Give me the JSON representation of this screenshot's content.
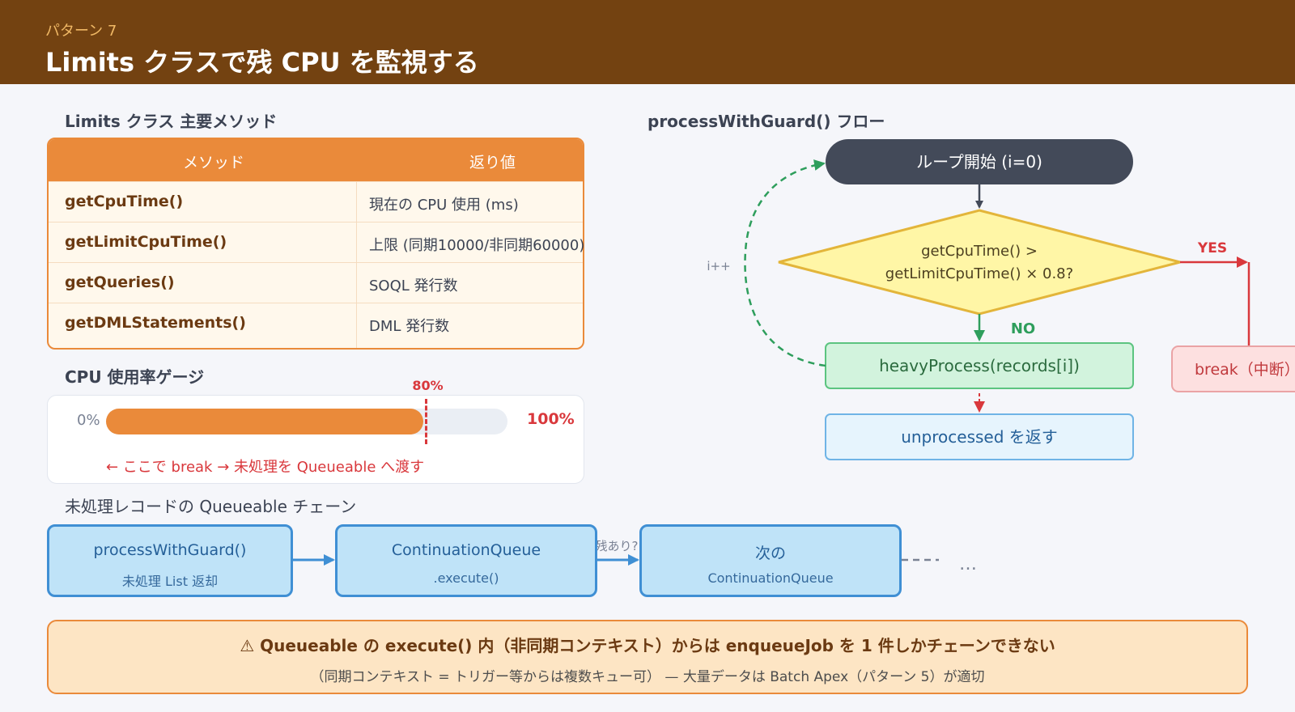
{
  "header": {
    "kicker": "パターン 7",
    "title": "Limits クラスで残 CPU を監視する"
  },
  "methods": {
    "section_title": "Limits クラス 主要メソッド",
    "columns": [
      "メソッド",
      "返り値"
    ],
    "rows": [
      {
        "method": "getCpuTime()",
        "returns": "現在の CPU 使用 (ms)"
      },
      {
        "method": "getLimitCpuTime()",
        "returns": "上限 (同期10000/非同期60000)"
      },
      {
        "method": "getQueries()",
        "returns": "SOQL 発行数"
      },
      {
        "method": "getDMLStatements()",
        "returns": "DML 発行数"
      }
    ]
  },
  "gauge": {
    "section_title": "CPU 使用率ゲージ",
    "start_label": "0%",
    "end_label": "100%",
    "marker_label": "80%",
    "fill_fraction": 0.79,
    "marker_fraction": 0.795,
    "note": "← ここで break → 未処理を Queueable へ渡す"
  },
  "flow": {
    "section_title": "processWithGuard() フロー",
    "start": "ループ開始 (i=0)",
    "decision_line1": "getCpuTime() >",
    "decision_line2": "getLimitCpuTime() × 0.8?",
    "yes_label": "YES",
    "no_label": "NO",
    "process": "heavyProcess(records[i])",
    "return_node": "unprocessed を返す",
    "break_node": "break（中断）",
    "loop_label": "i++"
  },
  "chain": {
    "section_title": "未処理レコードの Queueable チェーン",
    "boxes": [
      {
        "line1": "processWithGuard()",
        "line2": "未処理 List 返却"
      },
      {
        "line1": "ContinuationQueue",
        "line2": ".execute()"
      },
      {
        "line1": "次の",
        "line2": "ContinuationQueue"
      }
    ],
    "arrow_label": "残あり?",
    "ellipsis": "…"
  },
  "warning": {
    "icon": "warning-icon",
    "line1": "Queueable の execute() 内（非同期コンテキスト）からは enqueueJob を 1 件しかチェーンできない",
    "line2": "（同期コンテキスト = トリガー等からは複数キュー可） — 大量データは Batch Apex（パターン 5）が適切"
  },
  "colors": {
    "header_bg": "#734211",
    "accent_orange": "#ea8a3a",
    "alert_red": "#d9383c",
    "flow_green": "#2e9e5c",
    "chain_blue": "#3f8fd4"
  }
}
